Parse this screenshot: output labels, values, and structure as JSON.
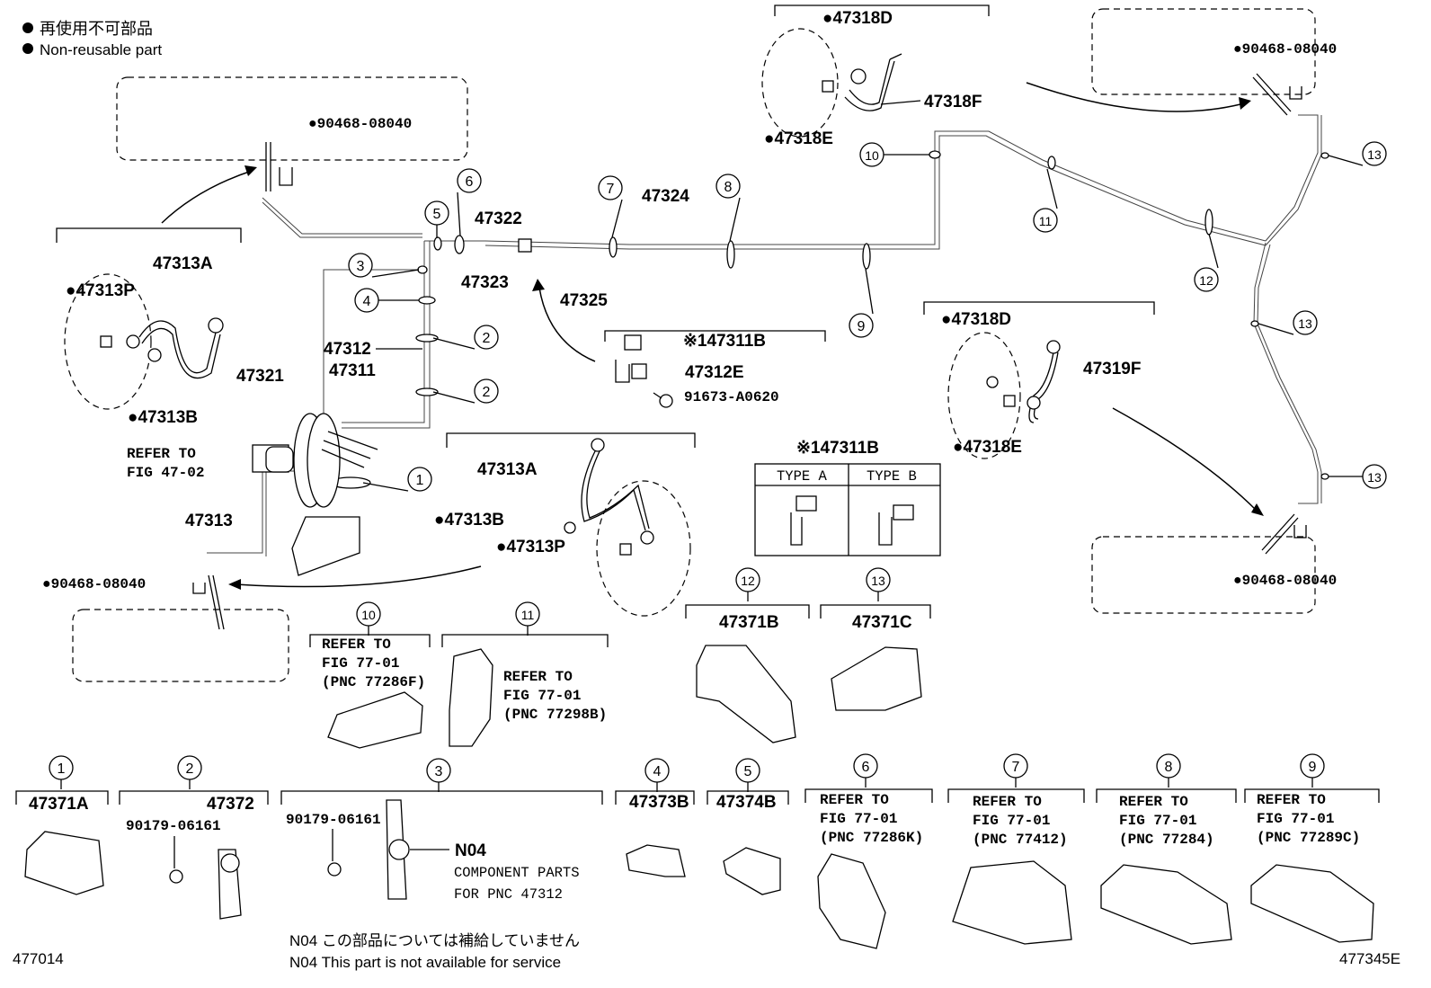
{
  "legend": {
    "jp": "再使用不可部品",
    "en": "Non-reusable part"
  },
  "figure_left": "477014",
  "figure_right": "477345E",
  "footnote": {
    "jp": "N04 この部品については補給していません",
    "en": "N04 This part is not available for service"
  },
  "labels": {
    "p47318D_top": "●47318D",
    "p47318F_top": "47318F",
    "p47318E_top": "●47318E",
    "p90468_tr": "●90468-08040",
    "p90468_tl": "●90468-08040",
    "p90468_bl": "●90468-08040",
    "p90468_br": "●90468-08040",
    "p47313A_l": "47313A",
    "p47313P_l": "●47313P",
    "p47313B_l": "●47313B",
    "p47322": "47322",
    "p47324": "47324",
    "p47323": "47323",
    "p47325": "47325",
    "p47312": "47312",
    "p47321": "47321",
    "p47311": "47311",
    "refer_4702a": "REFER TO",
    "refer_4702b": "FIG 47-02",
    "p47313": "47313",
    "p47311B_k": "※147311B",
    "p47312E": "47312E",
    "p91673": "91673-A0620",
    "p47313A_c": "47313A",
    "p47313B_c": "●47313B",
    "p47313P_c": "●47313P",
    "p47318D_r": "●47318D",
    "p47319F": "47319F",
    "p47318E_r": "●47318E",
    "p47311B_box": "※147311B",
    "type_a": "TYPE A",
    "type_b": "TYPE B",
    "box10_a": "REFER TO",
    "box10_b": "FIG 77-01",
    "box10_c": "(PNC 77286F)",
    "box11_a": "REFER TO",
    "box11_b": "FIG 77-01",
    "box11_c": "(PNC 77298B)",
    "p47371B": "47371B",
    "p47371C": "47371C",
    "p47371A": "47371A",
    "p47372": "47372",
    "p90179_2": "90179-06161",
    "p90179_3": "90179-06161",
    "n04": "N04",
    "comp_a": "COMPONENT PARTS",
    "comp_b": "FOR PNC 47312",
    "p47373B": "47373B",
    "p47374B": "47374B",
    "box6_a": "REFER TO",
    "box6_b": "FIG 77-01",
    "box6_c": "(PNC 77286K)",
    "box7_a": "REFER TO",
    "box7_b": "FIG 77-01",
    "box7_c": "(PNC 77412)",
    "box8_a": "REFER TO",
    "box8_b": "FIG 77-01",
    "box8_c": "(PNC 77284)",
    "box9_a": "REFER TO",
    "box9_b": "FIG 77-01",
    "box9_c": "(PNC 77289C)"
  },
  "callouts": [
    "1",
    "2",
    "3",
    "4",
    "5",
    "6",
    "7",
    "8",
    "9",
    "10",
    "11",
    "12",
    "13"
  ]
}
